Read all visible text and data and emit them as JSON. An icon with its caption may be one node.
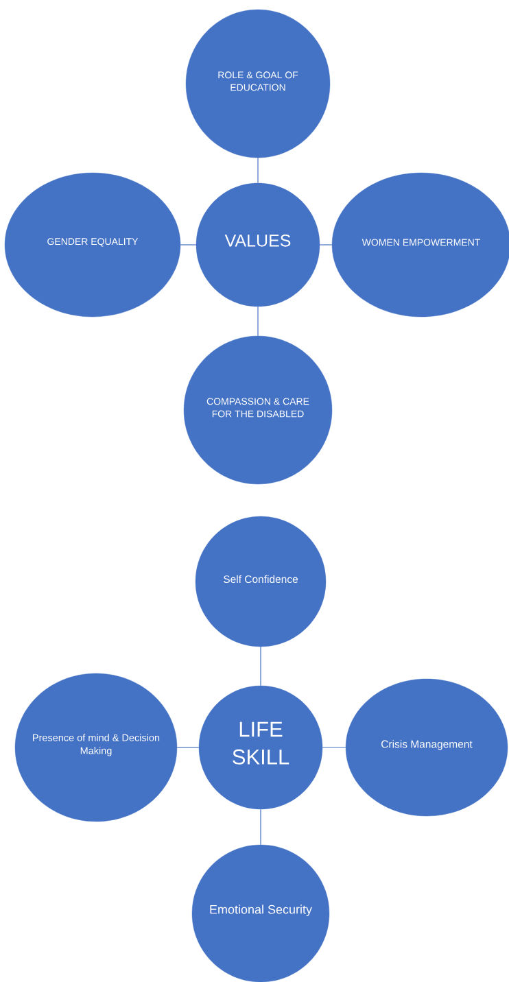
{
  "diagram": {
    "nodes": [
      {
        "text": [
          "ROLE & GOAL OF EDUCATION"
        ]
      },
      {
        "text": [
          "GENDER EQUALITY"
        ]
      },
      {
        "text": [
          "VALUES"
        ]
      },
      {
        "text": [
          "WOMEN EMPOWERMENT"
        ]
      },
      {
        "text": [
          "COMPASSION & CARE FOR THE DISABLED"
        ]
      },
      {
        "text": [
          "Self Confidence"
        ]
      },
      {
        "text": [
          "Presence of mind & Decision Making"
        ]
      },
      {
        "text": [
          "LIFE SKILL"
        ]
      },
      {
        "text": [
          "Crisis Management"
        ]
      },
      {
        "text": [
          "Emotional Security"
        ]
      }
    ],
    "edges": [
      {
        "from": 2,
        "to": 0,
        "arrow": "none"
      },
      {
        "from": 2,
        "to": 1,
        "arrow": "none"
      },
      {
        "from": 2,
        "to": 3,
        "arrow": "none"
      },
      {
        "from": 2,
        "to": 4,
        "arrow": "none"
      },
      {
        "from": 7,
        "to": 5,
        "arrow": "none"
      },
      {
        "from": 7,
        "to": 6,
        "arrow": "none"
      },
      {
        "from": 7,
        "to": 8,
        "arrow": "none"
      },
      {
        "from": 7,
        "to": 9,
        "arrow": "none"
      }
    ]
  }
}
